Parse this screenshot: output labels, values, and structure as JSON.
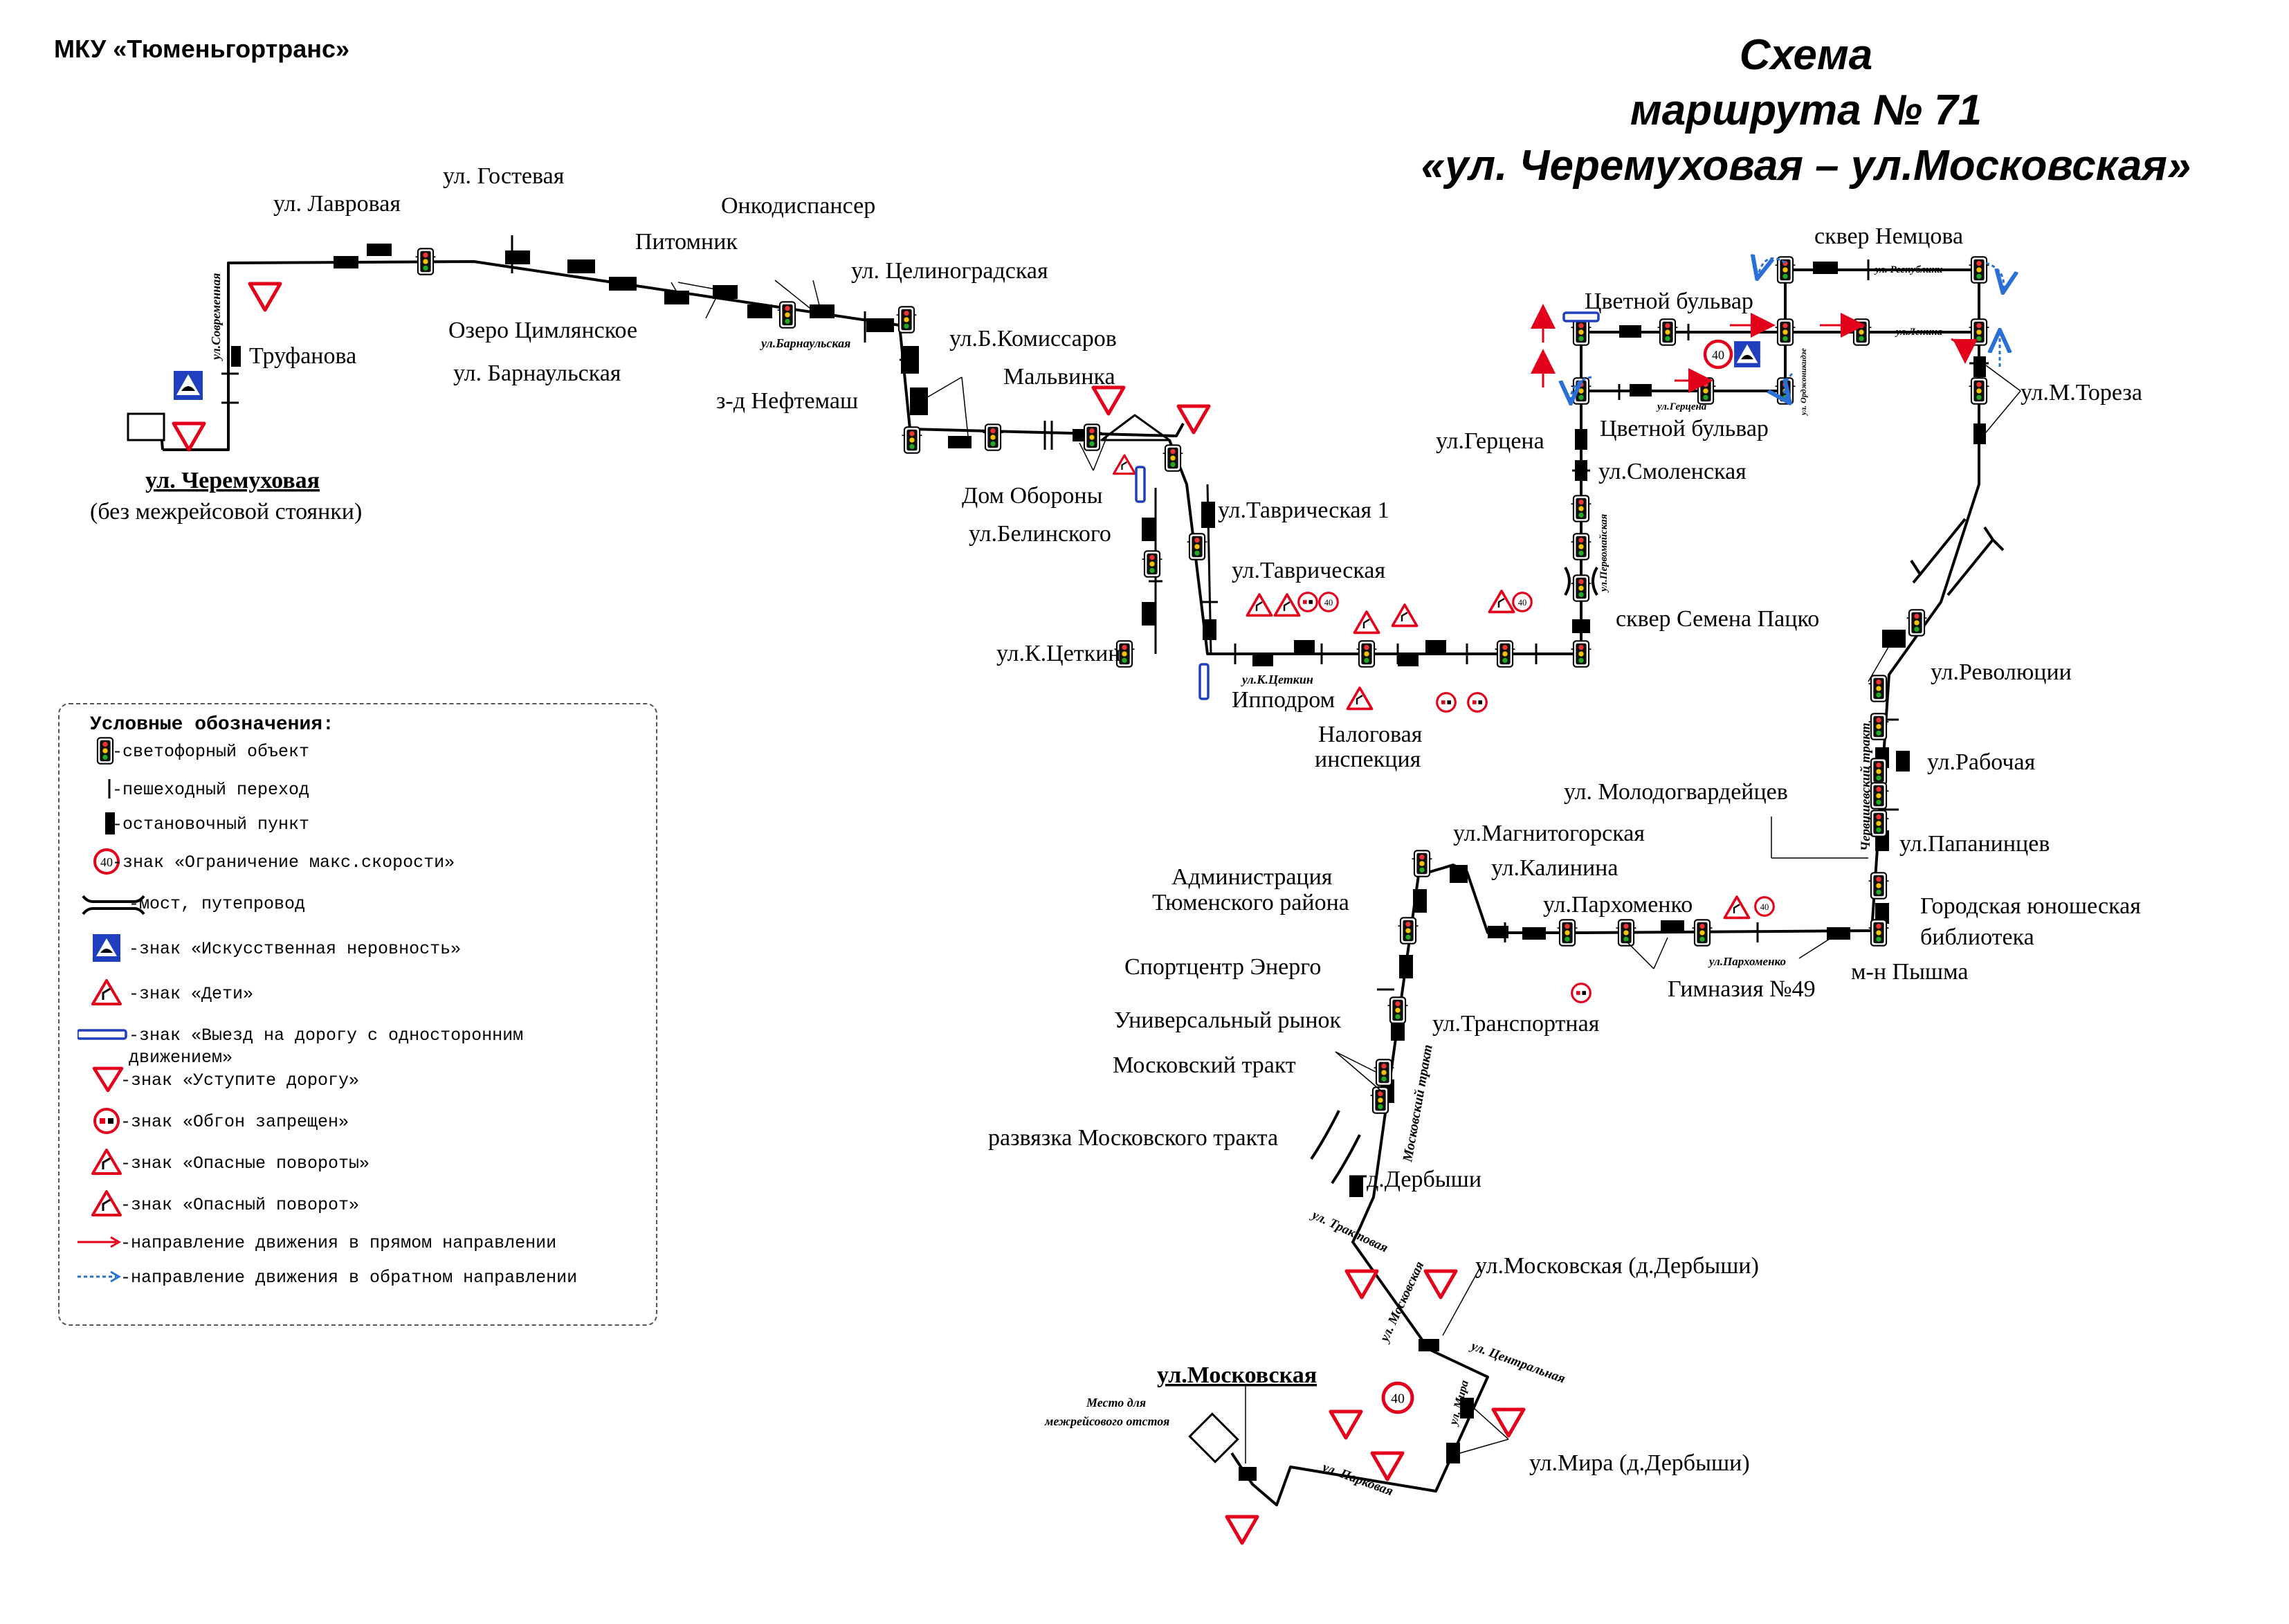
{
  "header": {
    "org": "МКУ «Тюменьгортранс»",
    "title_lines": [
      "Схема",
      "маршрута № 71",
      "«ул. Черемуховая – ул.Московская»"
    ]
  },
  "terminals": {
    "start_name": "ул. Черемуховая",
    "start_note": "(без межрейсовой стоянки)",
    "end_name": "ул.Московская",
    "end_note_lines": [
      "Место для",
      "межрейсового отстоя"
    ]
  },
  "stops": {
    "s01": "Труфанова",
    "s02": "ул. Лавровая",
    "s03": "ул. Гостевая",
    "s04": "Озеро Цимлянское",
    "s05": "Питомник",
    "s06": "ул. Барнаульская",
    "s07": "Онкодиспансер",
    "s08": "ул. Целиноградская",
    "s09": "з-д Нефтемаш",
    "s10": "ул.Б.Комиссаров",
    "s11": "Мальвинка",
    "s12": "Дом Обороны",
    "s13": "ул.Белинского",
    "s14": "ул.К.Цеткин",
    "s15": "ул.Таврическая 1",
    "s16": "ул.Таврическая",
    "s17": "Ипподром",
    "s18": "Налоговая",
    "s18b": "инспекция",
    "s19": "сквер Семена Пацко",
    "s20": "ул.Смоленская",
    "s21": "ул.Герцена",
    "s22": "Цветной бульвар",
    "s23": "Цветной бульвар",
    "s24": "сквер Немцова",
    "s25": "ул.М.Тореза",
    "s26": "ул.Революции",
    "s27": "ул.Рабочая",
    "s28": "ул. Молодогвардейцев",
    "s29": "ул.Папанинцев",
    "s30": "Городская юношеская",
    "s30b": "библиотека",
    "s31": "м-н Пышма",
    "s32": "Гимназия №49",
    "s33": "ул.Пархоменко",
    "s34": "ул.Калинина",
    "s35": "ул.Магнитогорская",
    "s36": "ул.Транспортная",
    "s37": "Администрация",
    "s37b": "Тюменского района",
    "s38": "Спортцентр Энерго",
    "s39": "Универсальный рынок",
    "s40": "Московский тракт",
    "s41": "развязка Московского тракта",
    "s42": "д.Дербыши",
    "s43": "ул.Московская (д.Дербыши)",
    "s44": "ул.Мира (д.Дербыши)"
  },
  "streets": {
    "sovremennaya": "ул.Современная",
    "barnaulskaya": "ул.Барнаульская",
    "k_tsetkin": "ул.К.Цеткин",
    "pervomayskaya": "ул.Первомайская",
    "gertsena": "ул.Герцена",
    "respubliki": "ул. Республики",
    "lenina": "ул.Ленина",
    "ordzhonikidze": "ул. Орджоникидзе",
    "chervishevsky": "Червишевский тракт",
    "parkhomenko": "ул.Пархоменко",
    "moskovsky_trakt": "Московский тракт",
    "traktovaya": "ул. Трактовая",
    "moskovskaya": "ул. Московская",
    "tsentralnaya": "ул. Центральная",
    "mira": "ул. Мира",
    "parkovaya": "ул. Парковая"
  },
  "signs": {
    "speed_limit": "40"
  },
  "legend": {
    "title": "Условные обозначения:",
    "items": [
      {
        "icon": "traffic-light-icon",
        "text": "-светофорный объект"
      },
      {
        "icon": "crosswalk-icon",
        "text": "-пешеходный переход"
      },
      {
        "icon": "bus-stop-icon",
        "text": "-остановочный пункт"
      },
      {
        "icon": "speed-limit-icon",
        "text": "-знак «Ограничение макс.скорости»"
      },
      {
        "icon": "bridge-icon",
        "text": "-мост, путепровод"
      },
      {
        "icon": "speed-bump-sign-icon",
        "text": "-знак «Искусственная неровность»"
      },
      {
        "icon": "children-sign-icon",
        "text": "-знак «Дети»"
      },
      {
        "icon": "one-way-exit-sign-icon",
        "text": "-знак «Выезд на дорогу с односторонним движением»"
      },
      {
        "icon": "yield-sign-icon",
        "text": "-знак «Уступите дорогу»"
      },
      {
        "icon": "no-overtaking-sign-icon",
        "text": "-знак «Обгон запрещен»"
      },
      {
        "icon": "dangerous-curves-sign-icon",
        "text": "-знак «Опасные повороты»"
      },
      {
        "icon": "dangerous-curve-sign-icon",
        "text": "-знак «Опасный поворот»"
      },
      {
        "icon": "forward-direction-arrow-icon",
        "text": "-направление движения в прямом направлении"
      },
      {
        "icon": "reverse-direction-arrow-icon",
        "text": "-направление движения в обратном направлении"
      }
    ]
  },
  "colors": {
    "route": "#000000",
    "sign_red": "#e3001b",
    "sign_blue": "#1f3fbf",
    "reverse_arrow": "#2a6fd6"
  }
}
